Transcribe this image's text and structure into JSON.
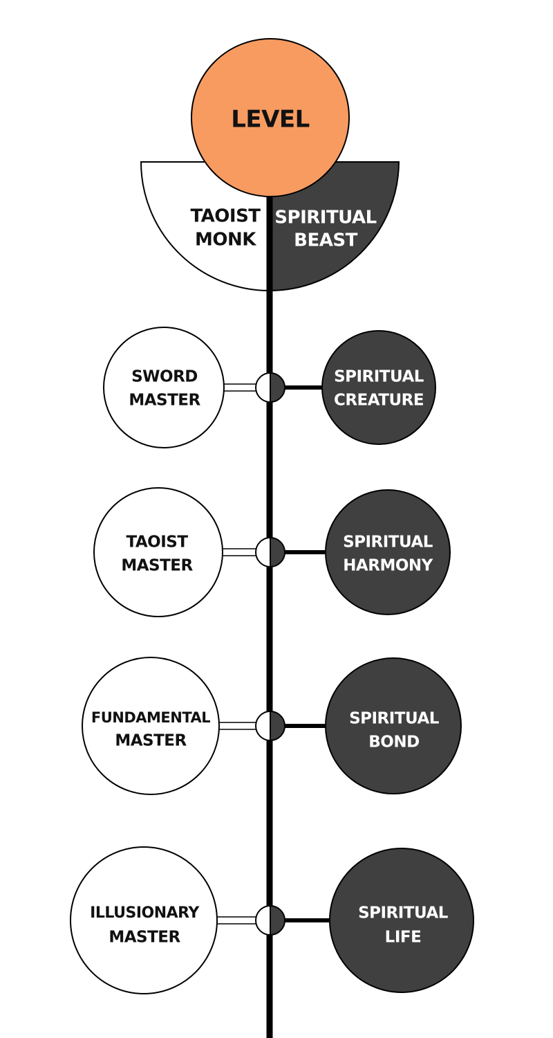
{
  "title": "LEVEL",
  "header": {
    "left": [
      "TAOIST",
      "MONK"
    ],
    "right": [
      "SPIRITUAL",
      "BEAST"
    ]
  },
  "levels": [
    {
      "left": [
        "SWORD",
        "MASTER"
      ],
      "right": [
        "SPIRITUAL",
        "CREATURE"
      ]
    },
    {
      "left": [
        "TAOIST",
        "MASTER"
      ],
      "right": [
        "SPIRITUAL",
        "HARMONY"
      ]
    },
    {
      "left": [
        "FUNDAMENTAL",
        "MASTER"
      ],
      "right": [
        "SPIRITUAL",
        "BOND"
      ]
    },
    {
      "left": [
        "ILLUSIONARY",
        "MASTER"
      ],
      "right": [
        "SPIRITUAL",
        "LIFE"
      ]
    }
  ],
  "colors": {
    "accent": "#f79b61",
    "dark": "#404040",
    "light": "#ffffff",
    "line": "#000000"
  }
}
